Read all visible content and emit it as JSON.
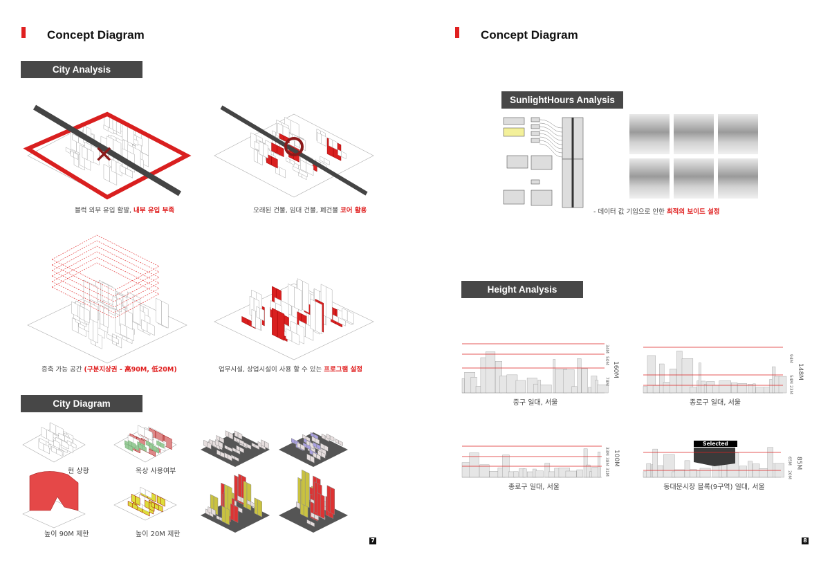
{
  "left_page": {
    "title": "Concept Diagram",
    "page_number": "7",
    "city_analysis": {
      "header": "City Analysis",
      "captions": [
        {
          "text": "블럭 외부 유입 활발, ",
          "highlight": "내부 유입 부족"
        },
        {
          "text": "오래된 건물, 임대 건물, 폐건물 ",
          "highlight": "코어 활용"
        },
        {
          "text": "증축 가능 공간 ",
          "highlight": "(구분지상권 - 高90M, 低20M)"
        },
        {
          "text": "업무시설, 상업시설이 사용 할 수 있는 ",
          "highlight": "프로그램 설정"
        }
      ]
    },
    "city_diagram": {
      "header": "City Diagram",
      "labels": [
        "현 상황",
        "옥상 사용여부",
        "높이 90M 제한",
        "높이 20M 제한"
      ]
    }
  },
  "right_page": {
    "title": "Concept Diagram",
    "page_number": "8",
    "sunlight": {
      "header": "SunlightHours Analysis",
      "caption_prefix": "- 데이터 값 기입으로 인한 ",
      "caption_highlight": "최적의 보이드 설정"
    },
    "height": {
      "header": "Height Analysis",
      "charts": [
        {
          "caption": "중구 일대, 서울",
          "max": "160M",
          "levels": [
            "34M",
            "50M",
            "78M"
          ]
        },
        {
          "caption": "종로구 일대, 서울",
          "max": "148M",
          "levels": [
            "94M",
            "54M",
            "23M"
          ]
        },
        {
          "caption": "종로구 일대, 서울",
          "max": "100M",
          "levels": [
            "33M",
            "38M",
            "31M"
          ]
        },
        {
          "caption": "동대문시장 블록(9구역) 일대, 서울",
          "max": "85M",
          "levels": [
            "65M",
            "20M"
          ],
          "selected_label": "Selected"
        }
      ]
    }
  },
  "colors": {
    "accent": "#e02020",
    "header_bg": "#474747"
  }
}
